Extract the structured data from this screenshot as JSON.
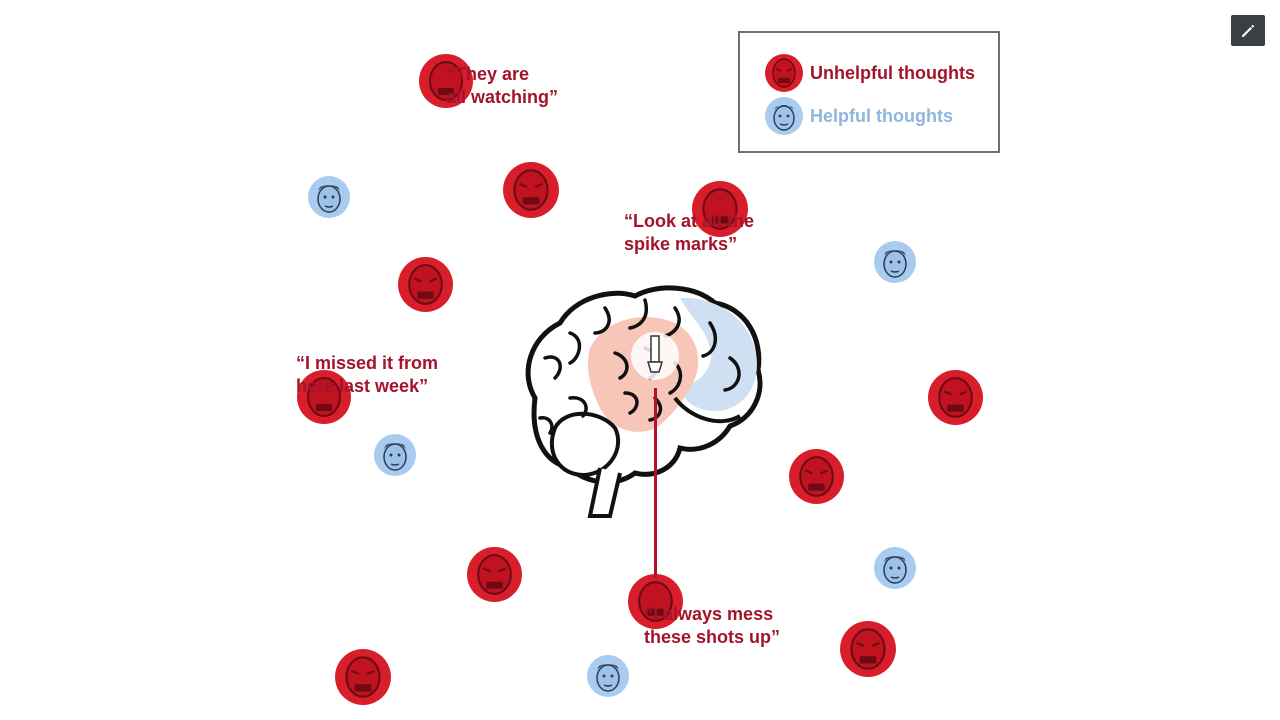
{
  "legend": {
    "unhelpful_label": "Unhelpful thoughts",
    "helpful_label": "Helpful thoughts"
  },
  "quotes": {
    "q1": {
      "line1": "“They are",
      "line2": "all watching”"
    },
    "q2": {
      "line1": "“Look at all the",
      "line2": "spike marks”"
    },
    "q3": {
      "line1": "“I missed it from",
      "line2": "here last week”"
    },
    "q4": {
      "line1": "“I always mess",
      "line2": "these shots up”"
    }
  },
  "colors": {
    "unhelpful": "#d81e2a",
    "unhelpful_dark": "#8c0f1c",
    "helpful": "#a9cbef",
    "helpful_dark": "#2d3a4f",
    "quote_text": "#a3142b",
    "brain_highlight": "#f7c6b8",
    "brain_blue": "#cfe0f2"
  },
  "icons": {
    "unhelpful": "angry-face-icon",
    "helpful": "calm-face-icon",
    "edit": "pencil-icon",
    "flashlight": "flashlight-icon"
  }
}
